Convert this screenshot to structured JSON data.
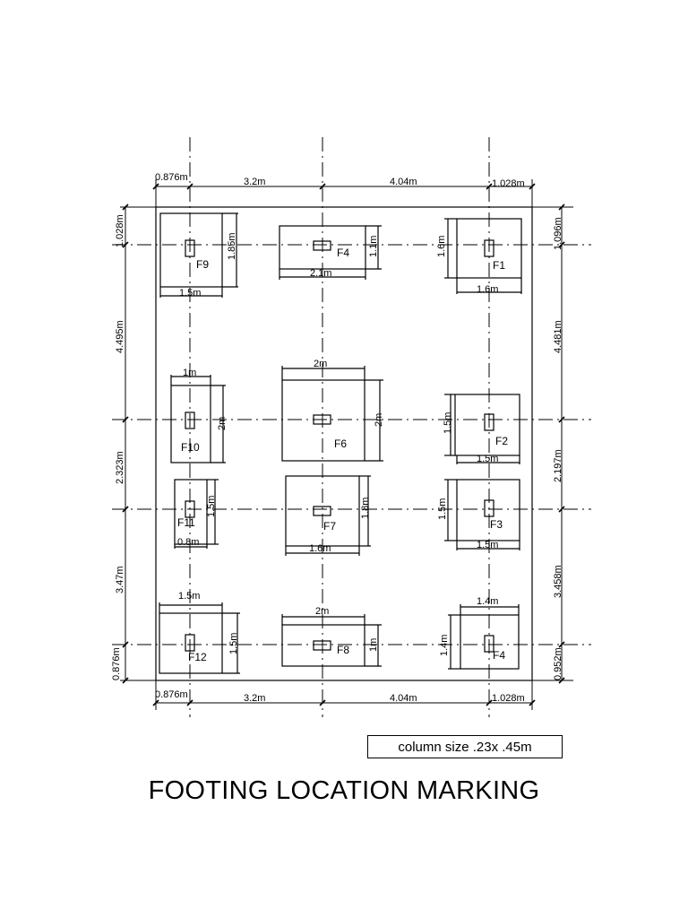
{
  "title": "FOOTING LOCATION MARKING",
  "column_note": "column size .23x .45m",
  "footings": [
    {
      "id": "F9",
      "label": "F9",
      "width": "1.5m",
      "depth": "1.85m"
    },
    {
      "id": "F4a",
      "label": "F4",
      "width": "2.1m",
      "depth": "1.1m"
    },
    {
      "id": "F1",
      "label": "F1",
      "width": "1.6m",
      "depth": "1.6m"
    },
    {
      "id": "F10",
      "label": "F10",
      "width": "1m",
      "depth": "2m"
    },
    {
      "id": "F6",
      "label": "F6",
      "width": "2m",
      "depth": "2m"
    },
    {
      "id": "F2",
      "label": "F2",
      "width": "1.5m",
      "depth": "1.5m"
    },
    {
      "id": "F11",
      "label": "F11",
      "width": "0.8m",
      "depth": "1.5m"
    },
    {
      "id": "F7",
      "label": "F7",
      "width": "1.6m",
      "depth": "1.8m"
    },
    {
      "id": "F3",
      "label": "F3",
      "width": "1.5m",
      "depth": "1.5m"
    },
    {
      "id": "F12",
      "label": "F12",
      "width": "1.5m",
      "depth": "1.5m"
    },
    {
      "id": "F8",
      "label": "F8",
      "width": "2m",
      "depth": "1m"
    },
    {
      "id": "F4b",
      "label": "F4",
      "width": "1.4m",
      "depth": "1.4m"
    }
  ],
  "dimensions": {
    "top": [
      "0.876m",
      "3.2m",
      "4.04m",
      "1.028m"
    ],
    "bottom": [
      "0.876m",
      "3.2m",
      "4.04m",
      "1.028m"
    ],
    "left": [
      "1.028m",
      "4.495m",
      "2.323m",
      "3.47m",
      "0.876m"
    ],
    "right": [
      "1.096m",
      "4.481m",
      "2.197m",
      "3.458m",
      "0.952m"
    ]
  }
}
